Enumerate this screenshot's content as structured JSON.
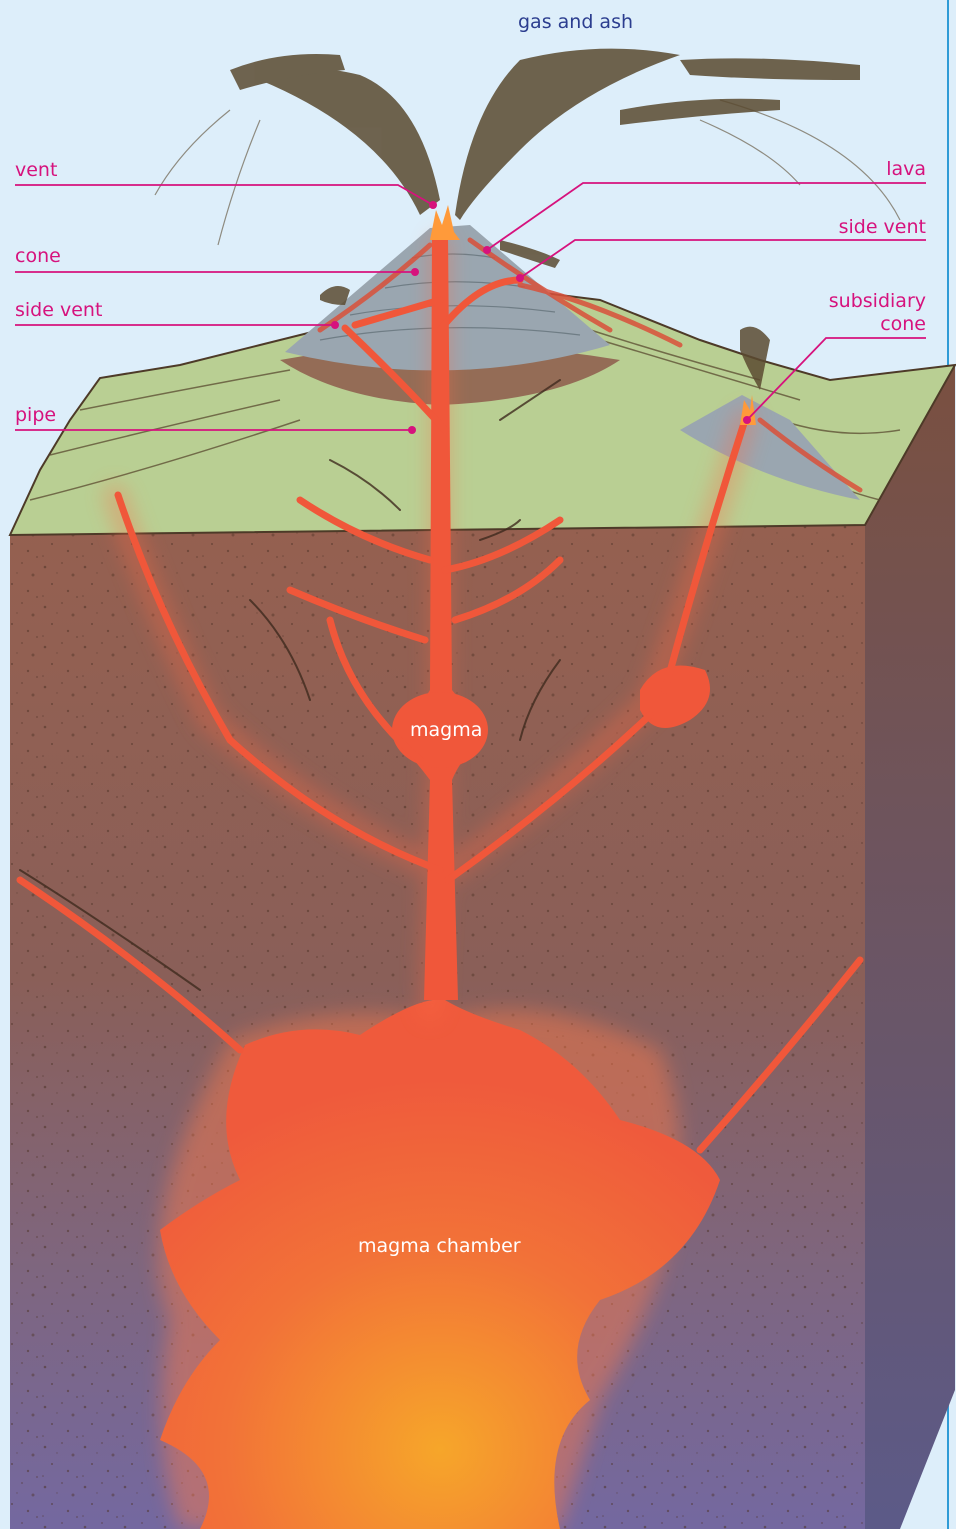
{
  "diagram": {
    "title": "gas and ash",
    "labels": {
      "vent": "vent",
      "cone": "cone",
      "side_vent_left": "side vent",
      "pipe": "pipe",
      "lava": "lava",
      "side_vent_right": "side vent",
      "subsidiary_cone_line1": "subsidiary",
      "subsidiary_cone_line2": "cone",
      "magma": "magma",
      "magma_chamber": "magma chamber"
    },
    "colors": {
      "background": "#ddeefa",
      "label_pink": "#d6127d",
      "title_blue": "#2b3d8f",
      "rock_brown": "#8d5d4d",
      "rock_purple": "#7a6a99",
      "surface_green": "#b9cf93",
      "cone_gray": "#9aa6b0",
      "magma_red": "#f0573a",
      "magma_orange": "#f39a2a",
      "border_blue": "#2f9bd6"
    }
  }
}
